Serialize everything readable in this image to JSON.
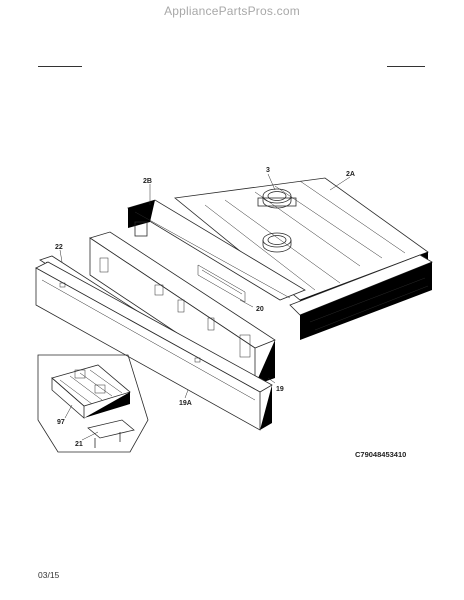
{
  "watermark": "AppliancePartsPros.com",
  "diagram_code": "C79048453410",
  "footer_date": "03/15",
  "part_labels": {
    "p3": "3",
    "p2A": "2A",
    "p2B": "2B",
    "p22": "22",
    "p20": "20",
    "p19": "19",
    "p19A": "19A",
    "p97": "97",
    "p21": "21"
  }
}
